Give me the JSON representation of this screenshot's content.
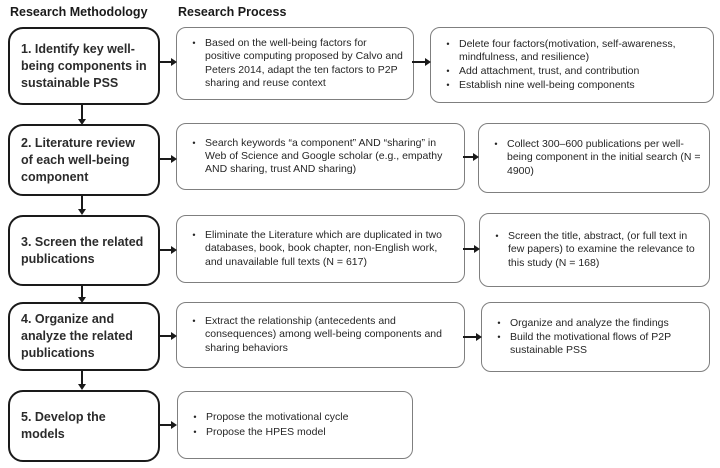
{
  "headers": {
    "methodology": "Research Methodology",
    "process": "Research Process"
  },
  "bullet": "•",
  "colors": {
    "step_box_border": "#1a1a1a",
    "process_box_border": "#7f7f7f",
    "text": "#262626",
    "background": "#ffffff"
  },
  "rows": [
    {
      "left": "1. Identify key well-being components in sustainable PSS",
      "middle": [
        "Based on the well-being factors for positive computing proposed by Calvo and Peters 2014, adapt the ten factors to P2P sharing and reuse context"
      ],
      "right": [
        "Delete four factors(motivation, self-awareness, mindfulness, and resilience)",
        "Add attachment, trust, and contribution",
        "Establish nine well-being components"
      ]
    },
    {
      "left": "2. Literature review of each well-being component",
      "middle": [
        "Search keywords “a component” AND “sharing” in Web of Science and Google scholar (e.g., empathy AND sharing, trust AND sharing)"
      ],
      "right": [
        "Collect 300–600 publications per well-being component in the initial search (N = 4900)"
      ]
    },
    {
      "left": "3. Screen the related publications",
      "middle": [
        "Eliminate the Literature which are duplicated in two databases, book, book chapter, non-English work, and unavailable full texts (N = 617)"
      ],
      "right": [
        "Screen the title, abstract, (or full text in few papers) to examine the relevance to this study (N = 168)"
      ]
    },
    {
      "left": "4. Organize and analyze the related publications",
      "middle": [
        "Extract the relationship (antecedents and consequences) among well-being components and sharing behaviors"
      ],
      "right": [
        "Organize and analyze the findings",
        "Build the motivational flows of P2P sustainable PSS"
      ]
    },
    {
      "left": "5. Develop the models",
      "middle": [
        "Propose the motivational cycle",
        "Propose the HPES model"
      ],
      "right": []
    }
  ]
}
